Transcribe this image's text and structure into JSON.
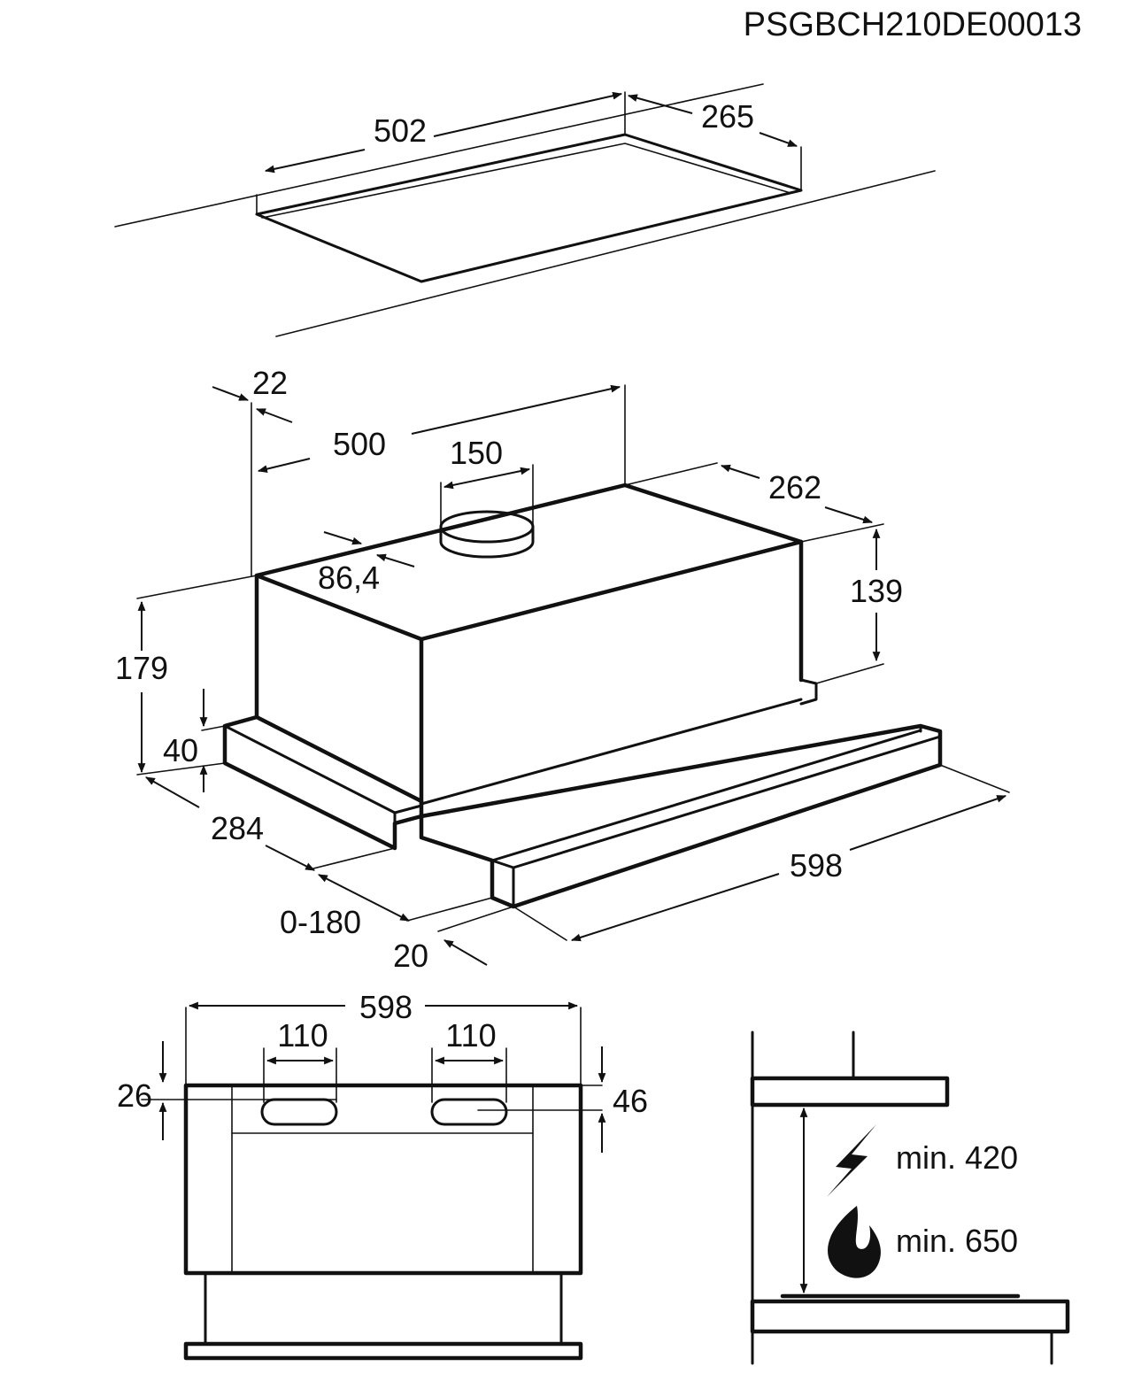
{
  "header": {
    "code": "PSGBCH210DE00013"
  },
  "cutout": {
    "width": "502",
    "depth": "265"
  },
  "hood": {
    "offset_22": "22",
    "width_500": "500",
    "outlet_150": "150",
    "depth_262": "262",
    "body_height_139": "139",
    "outlet_offset_86": "86,4",
    "total_height_179": "179",
    "front_height_40": "40",
    "depth_284": "284",
    "extension": "0-180",
    "front_20": "20",
    "width_598": "598"
  },
  "front_view": {
    "width_598": "598",
    "outlet_left": "110",
    "outlet_right": "110",
    "top_26": "26",
    "top_46": "46"
  },
  "clearance": {
    "electric": "min. 420",
    "gas": "min. 650",
    "electric_icon": "lightning-icon",
    "gas_icon": "flame-icon"
  },
  "colors": {
    "line": "#111111",
    "background": "#ffffff"
  }
}
